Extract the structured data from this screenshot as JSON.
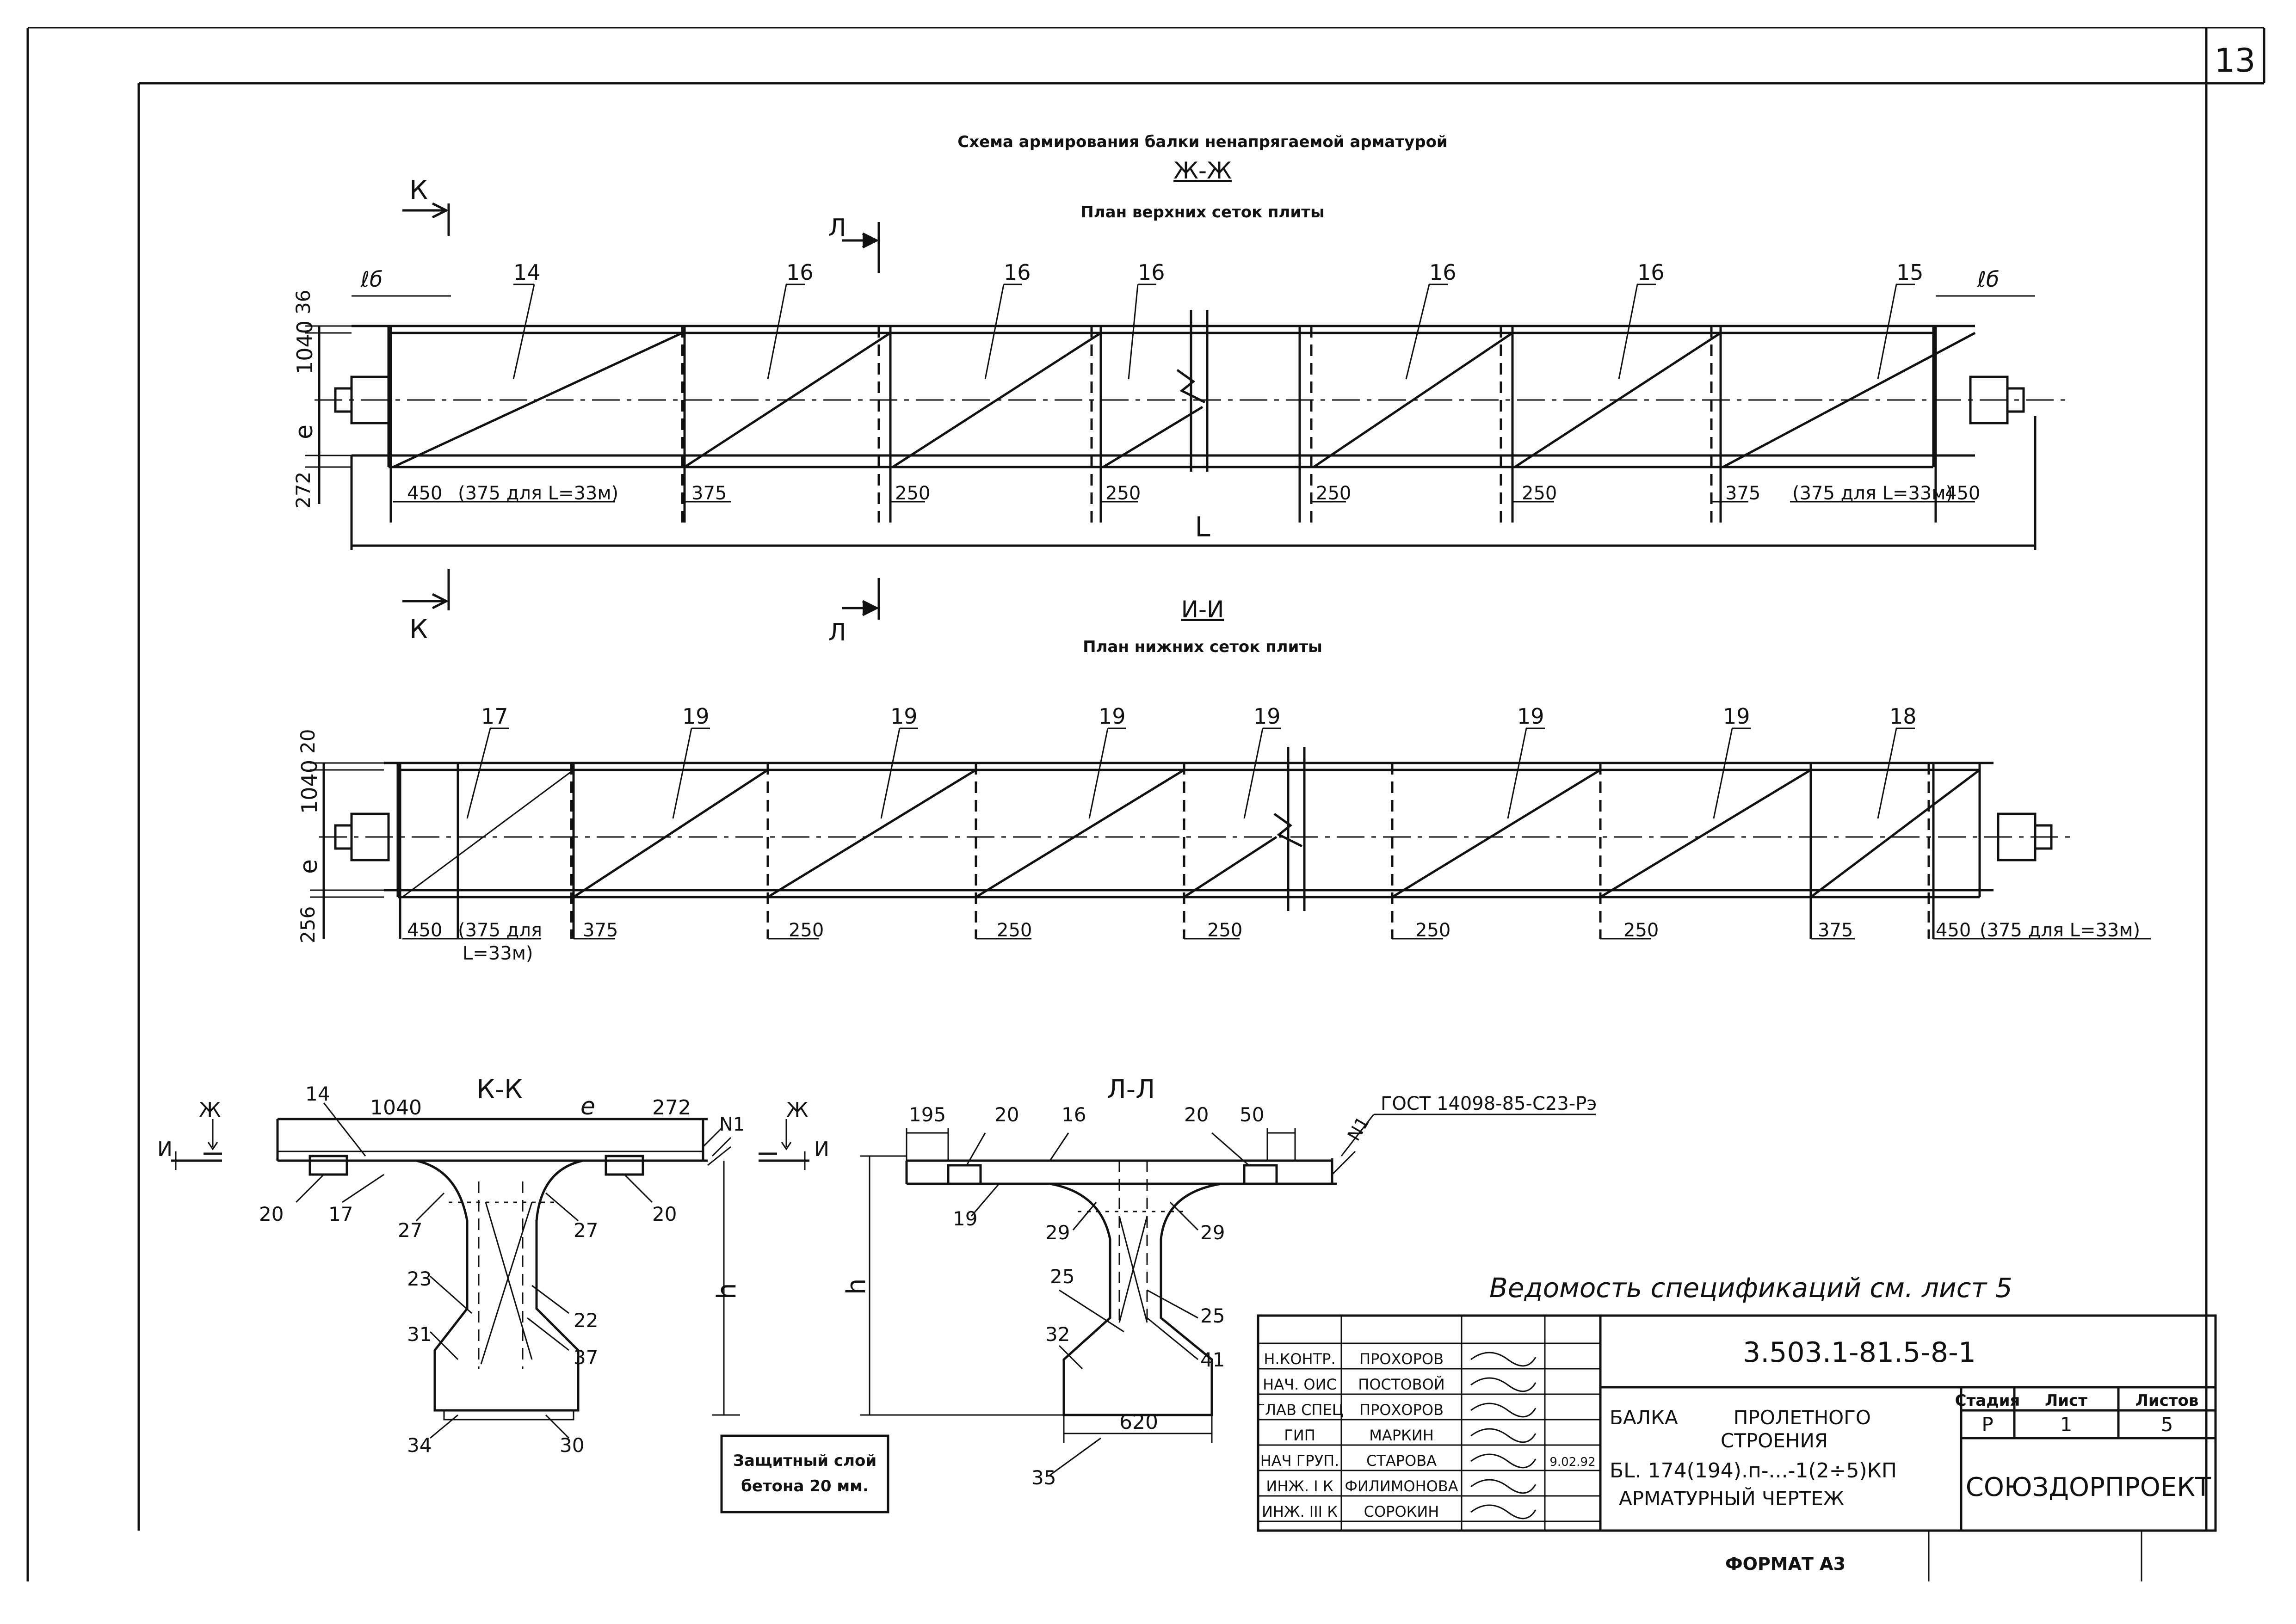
{
  "sheet_number": "13",
  "main_title": "Схема армирования балки ненапрягаемой арматурой",
  "section_zh": {
    "title": "Ж-Ж",
    "subtitle": "План верхних сеток плиты",
    "rebar_labels": [
      "14",
      "16",
      "16",
      "16",
      "16",
      "16",
      "15"
    ],
    "dims_vertical": [
      "36",
      "1040",
      "e",
      "272"
    ],
    "dims_bottom": [
      "450",
      "(375 для L=33м)",
      "375",
      "250",
      "250",
      "250",
      "250",
      "375",
      "(375 для L=33м)",
      "450"
    ],
    "span_label": "L",
    "end_labels": [
      "ℓб",
      "ℓб"
    ]
  },
  "section_ii": {
    "title": "И-И",
    "subtitle": "План нижних сеток плиты",
    "rebar_labels": [
      "17",
      "19",
      "19",
      "19",
      "19",
      "19",
      "19",
      "18"
    ],
    "dims_vertical": [
      "20",
      "1040",
      "e",
      "256"
    ],
    "dims_bottom": [
      "450",
      "(375 для",
      "L=33м)",
      "375",
      "250",
      "250",
      "250",
      "250",
      "250",
      "375",
      "450",
      "(375 для L=33м)"
    ]
  },
  "cut_markers": {
    "k": "К",
    "l": "Л",
    "zh": "Ж",
    "i": "И"
  },
  "section_kk": {
    "title": "К-К",
    "dims_top": [
      "1040",
      "e",
      "272"
    ],
    "labels": [
      "14",
      "N1",
      "20",
      "17",
      "20",
      "27",
      "27",
      "23",
      "22",
      "31",
      "37",
      "34",
      "30"
    ],
    "height_label": "h"
  },
  "section_ll": {
    "title": "Л-Л",
    "dims_top": [
      "195",
      "20",
      "16",
      "20",
      "50"
    ],
    "gost": "ГОСТ 14098-85-С23-Рэ",
    "labels": [
      "N1",
      "19",
      "29",
      "29",
      "25",
      "25",
      "32",
      "41",
      "35"
    ],
    "bottom_dim": "620",
    "height_label": "h"
  },
  "note_box": {
    "line1": "Защитный слой",
    "line2": "бетона 20 мм."
  },
  "spec_note": "Ведомость спецификаций см. лист 5",
  "title_block": {
    "drawing_code": "3.503.1-81.5-8-1",
    "roles": [
      "Н.КОНТР.",
      "НАЧ. ОИС",
      "ГЛАВ СПЕЦ",
      "ГИП",
      "НАЧ ГРУП.",
      "ИНЖ. I К",
      "ИНЖ. III К"
    ],
    "names": [
      "ПРОХОРОВ",
      "ПОСТОВОЙ",
      "ПРОХОРОВ",
      "МАРКИН",
      "СТАРОВА",
      "ФИЛИМОНОВА",
      "СОРОКИН"
    ],
    "date": "9.02.92",
    "desc_lines": [
      "БАЛКА         ПРОЛЕТНОГО",
      "СТРОЕНИЯ",
      "БL. 174(194).п-...-1(2÷5)КП",
      "АРМАТУРНЫЙ ЧЕРТЕЖ"
    ],
    "stage_header": "Стадия",
    "sheet_header": "Лист",
    "sheets_header": "Листов",
    "stage": "Р",
    "sheet": "1",
    "sheets": "5",
    "org": "СОЮЗДОРПРОЕКТ"
  },
  "format": "ФОРМАТ А3"
}
